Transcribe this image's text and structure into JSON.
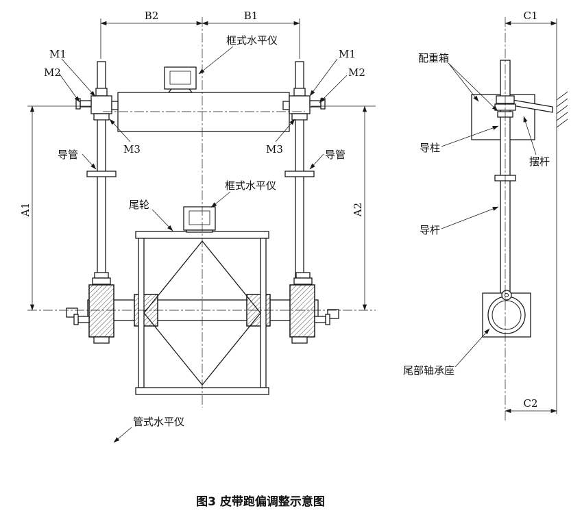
{
  "figure": {
    "caption": "图3  皮带跑偏调整示意图"
  },
  "dimensions": {
    "b2": "B2",
    "b1": "B1",
    "c1": "C1",
    "c2": "C2",
    "a1": "A1",
    "a2": "A2"
  },
  "front_view": {
    "m1_left": "M1",
    "m2_left": "M2",
    "m3_left": "M3",
    "m1_right": "M1",
    "m2_right": "M2",
    "m3_right": "M3",
    "guide_tube_left": "导管",
    "guide_tube_right": "导管",
    "frame_level_top": "框式水平仪",
    "frame_level_mid": "框式水平仪",
    "tail_wheel": "尾轮",
    "tube_level": "管式水平仪"
  },
  "side_view": {
    "counterweight_box": "配重箱",
    "guide_post": "导柱",
    "swing_rod": "摆杆",
    "guide_rod": "导杆",
    "tail_bearing_seat": "尾部轴承座"
  }
}
